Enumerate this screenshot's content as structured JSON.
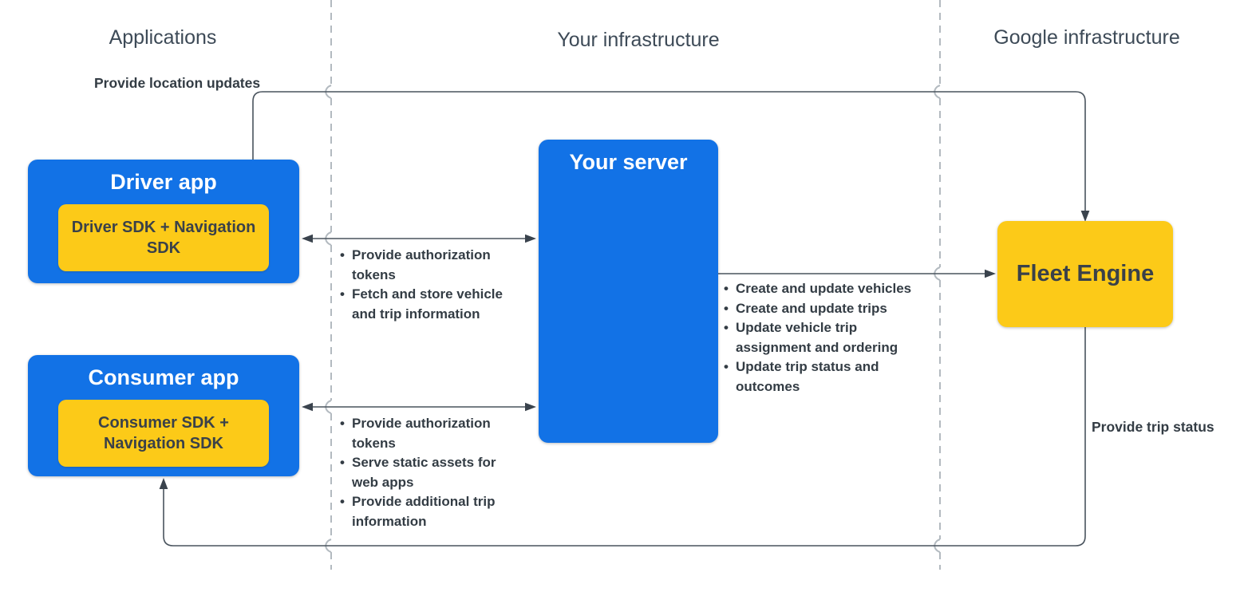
{
  "colors": {
    "node_blue": "#1272e6",
    "node_yellow": "#fcca18",
    "wire": "#49535d",
    "divider_dashed": "#b3bac0",
    "header_text": "#3d4a57",
    "dark_text": "#333c44"
  },
  "columns": [
    {
      "label": "Applications"
    },
    {
      "label": "Your infrastructure"
    },
    {
      "label": "Google infrastructure"
    }
  ],
  "nodes": {
    "driver_app": {
      "title": "Driver app",
      "sdk": "Driver SDK + Navigation SDK"
    },
    "consumer_app": {
      "title": "Consumer app",
      "sdk": "Consumer SDK + Navigation SDK"
    },
    "your_server": {
      "title": "Your server"
    },
    "fleet_engine": {
      "title": "Fleet Engine"
    }
  },
  "edges": {
    "location_updates": {
      "label": "Provide location updates"
    },
    "driver_server": {
      "bullets": [
        "Provide authorization tokens",
        "Fetch and store vehicle and trip information"
      ]
    },
    "consumer_server": {
      "bullets": [
        "Provide authorization tokens",
        "Serve static assets for web apps",
        "Provide additional trip information"
      ]
    },
    "server_fleet": {
      "bullets": [
        "Create and update vehicles",
        "Create and update trips",
        "Update vehicle trip assignment and ordering",
        "Update trip status and outcomes"
      ]
    },
    "trip_status": {
      "label": "Provide trip status"
    }
  }
}
